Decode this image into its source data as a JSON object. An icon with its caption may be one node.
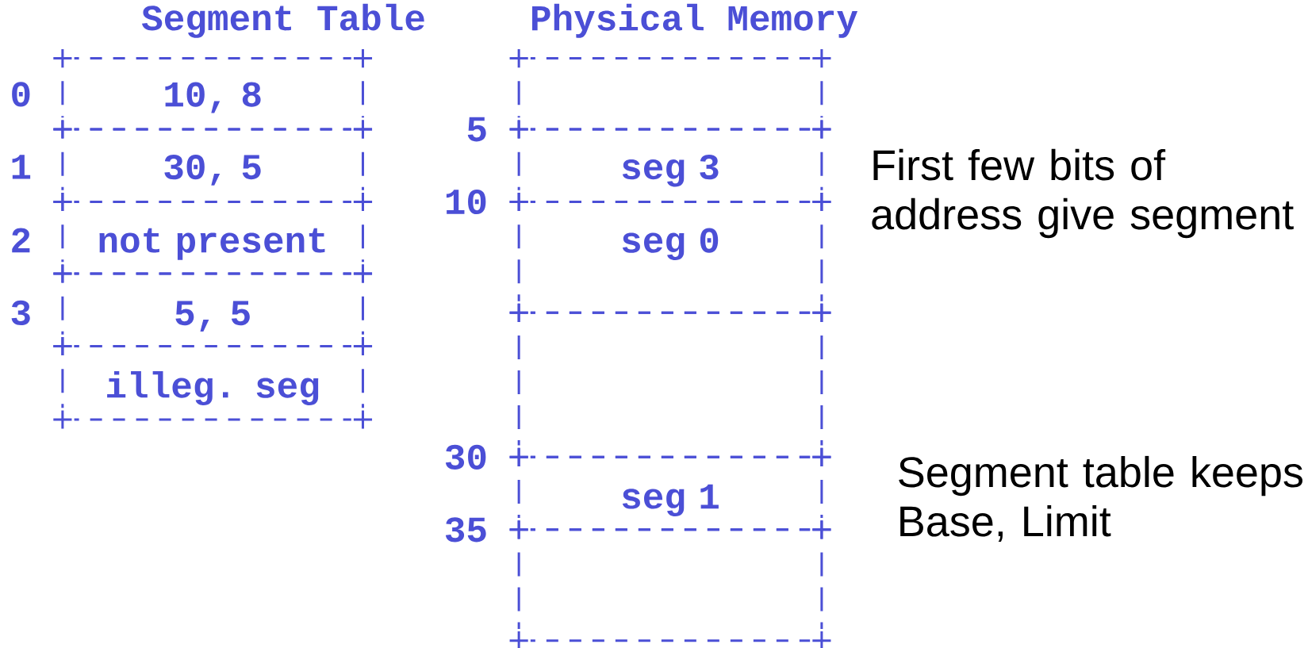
{
  "diagram": {
    "nodes": [
      {
        "text": [
          "10, 8"
        ],
        "beside": [
          "0"
        ]
      },
      {
        "text": [
          "30, 5"
        ],
        "beside": [
          "1"
        ]
      },
      {
        "text": [
          "not present"
        ],
        "beside": [
          "2"
        ]
      },
      {
        "text": [
          "5, 5"
        ],
        "beside": [
          "3"
        ]
      },
      {
        "text": [
          "illeg. seg"
        ]
      },
      {
        "text": [],
        "shape": "box"
      },
      {
        "text": [
          "seg 3"
        ]
      },
      {
        "text": [
          "seg 0"
        ]
      },
      {
        "text": [],
        "shape": "box"
      },
      {
        "text": [
          "seg 1"
        ]
      },
      {
        "text": [],
        "shape": "box"
      }
    ],
    "edges": [],
    "labels": [
      "Segment Table",
      "Physical Memory",
      "5",
      "10",
      "30",
      "35",
      "First few bits of address give segment",
      "Segment table keeps Base, Limit"
    ]
  }
}
